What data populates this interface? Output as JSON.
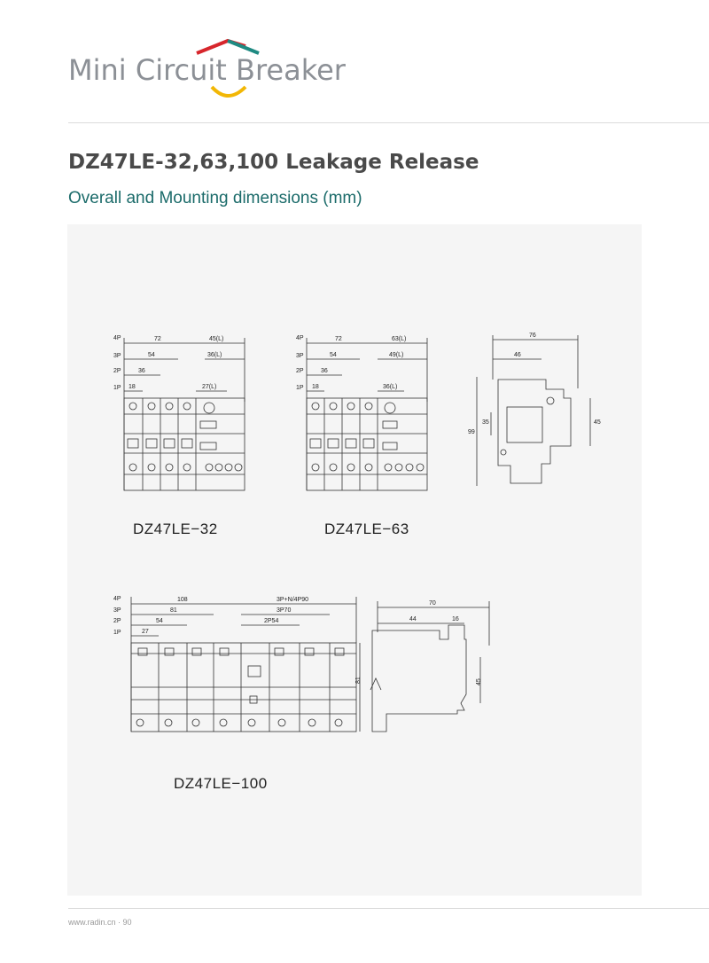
{
  "header": {
    "logo_text": "Mini Circuit Breaker"
  },
  "page": {
    "title": "DZ47LE-32,63,100 Leakage Release",
    "subtitle": "Overall and Mounting dimensions (mm)"
  },
  "drawings": {
    "dz32": {
      "model": "DZ47LE−32",
      "row_labels": [
        "4P",
        "3P",
        "2P",
        "1P"
      ],
      "widths": [
        "72",
        "54",
        "36",
        "18"
      ],
      "leak_widths": [
        "45(L)",
        "36(L)",
        "27(L)"
      ]
    },
    "dz63": {
      "model": "DZ47LE−63",
      "row_labels": [
        "4P",
        "3P",
        "2P",
        "1P"
      ],
      "widths": [
        "72",
        "54",
        "36",
        "18"
      ],
      "leak_widths": [
        "63(L)",
        "49(L)",
        "36(L)"
      ]
    },
    "side_small": {
      "dims": [
        "76",
        "46",
        "99",
        "35",
        "45"
      ]
    },
    "dz100": {
      "model": "DZ47LE−100",
      "row_labels": [
        "4P",
        "3P",
        "2P",
        "1P"
      ],
      "widths": [
        "108",
        "81",
        "54",
        "27"
      ],
      "leak_widths": [
        "3P+N/4P90",
        "3P70",
        "2P54"
      ],
      "height": "81"
    },
    "side_large": {
      "dims": [
        "70",
        "44",
        "16",
        "45"
      ]
    }
  },
  "footer": {
    "text": "www.radin.cn · 90"
  },
  "colors": {
    "title": "#4a4a4a",
    "subtitle": "#1b6b6a",
    "logo_red": "#d7262c",
    "logo_teal": "#1f8a82",
    "logo_yellow": "#f2b705",
    "panel_bg": "#f5f5f5"
  }
}
